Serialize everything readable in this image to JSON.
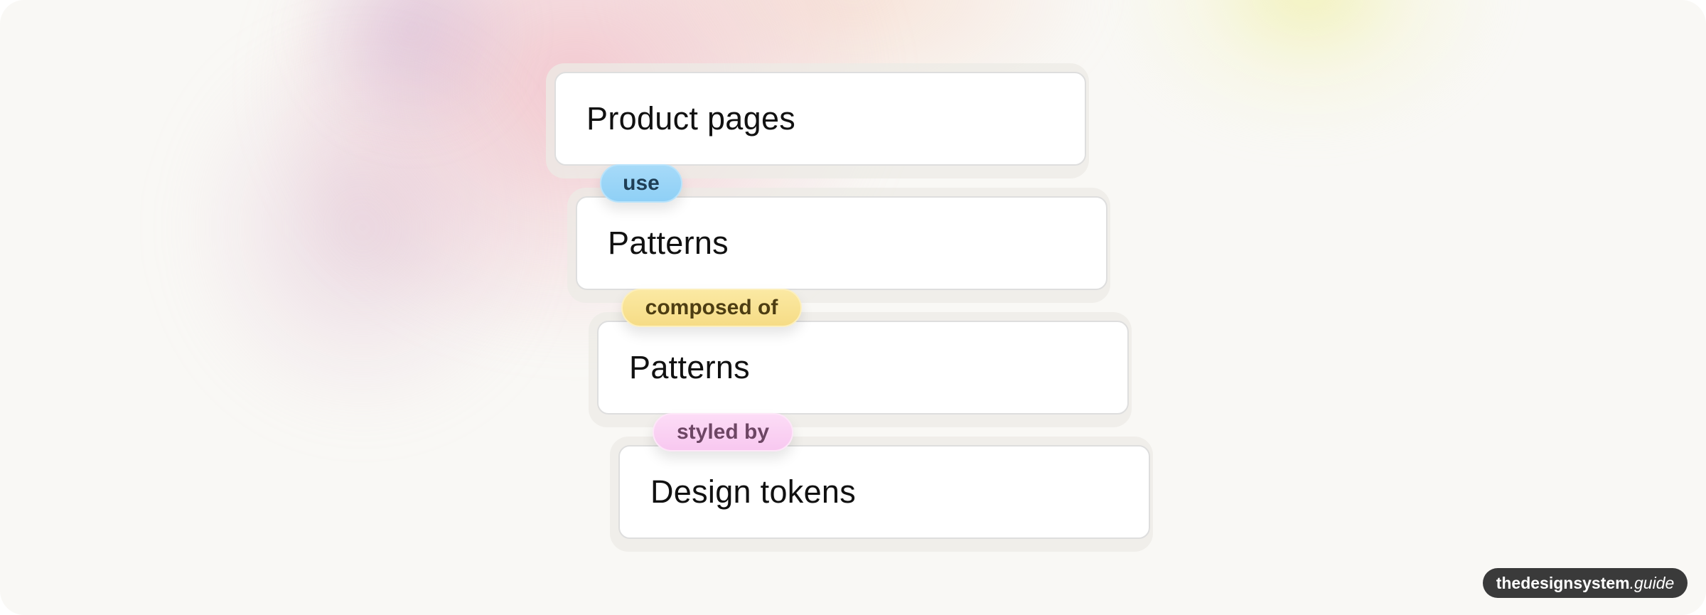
{
  "layers": [
    {
      "label": "Product pages"
    },
    {
      "label": "Patterns"
    },
    {
      "label": "Patterns"
    },
    {
      "label": "Design tokens"
    }
  ],
  "relations": [
    {
      "label": "use",
      "color": "#8fd0f6"
    },
    {
      "label": "composed of",
      "color": "#f6dc86"
    },
    {
      "label": "styled by",
      "color": "#f8c8f0"
    }
  ],
  "brand": {
    "name": "thedesignsystem",
    "suffix": ".guide"
  }
}
